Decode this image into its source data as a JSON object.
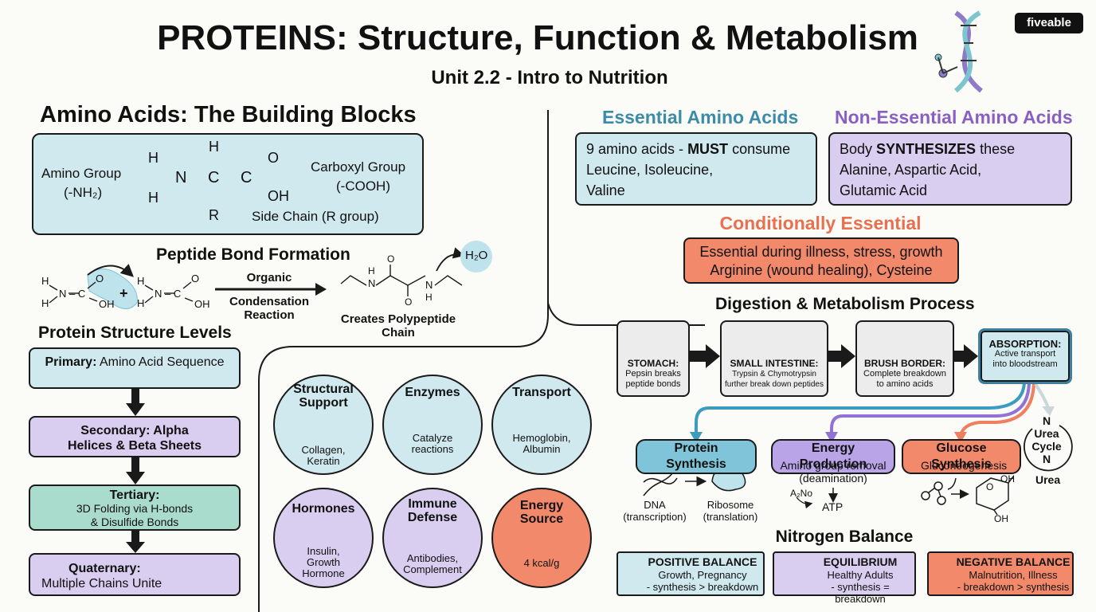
{
  "header": {
    "title": "PROTEINS: Structure, Function & Metabolism",
    "subtitle": "Unit 2.2 - Intro to Nutrition",
    "brand": "fiveable"
  },
  "amino": {
    "heading": "Amino Acids: The Building Blocks",
    "amino_group": "Amino Group",
    "amino_group_formula": "(-NH₂)",
    "carboxyl_group": "Carboxyl Group",
    "carboxyl_formula": "(-COOH)",
    "side_chain": "Side Chain (R group)",
    "atom_h": "H",
    "atom_n": "N",
    "atom_c": "C",
    "atom_o": "O",
    "atom_oh": "OH",
    "atom_r": "R"
  },
  "peptide": {
    "heading": "Peptide Bond Formation",
    "organic": "Organic",
    "condensation": "Condensation",
    "reaction": "Reaction",
    "creates": "Creates Polypeptide",
    "chain": "Chain",
    "water": "H₂O",
    "plus": "+"
  },
  "structure": {
    "heading": "Protein Structure Levels",
    "primary_label": "Primary:",
    "primary_text": "Amino Acid Sequence",
    "secondary_line1": "Secondary: Alpha",
    "secondary_line2": "Helices & Beta Sheets",
    "tertiary_label": "Tertiary:",
    "tertiary_line1": "3D Folding via H-bonds",
    "tertiary_line2": "& Disulfide Bonds",
    "quaternary_label": "Quaternary:",
    "quaternary_text": "Multiple Chains Unite"
  },
  "functions": [
    {
      "title": "Structural Support",
      "desc": "Collagen, Keratin",
      "icon": "blocks-icon"
    },
    {
      "title": "Enzymes",
      "desc": "Catalyze reactions",
      "icon": "crossing-arrows-icon"
    },
    {
      "title": "Transport",
      "desc": "Hemoglobin, Albumin",
      "icon": "channel-icon"
    },
    {
      "title": "Hormones",
      "desc": "Insulin, Growth Hormone",
      "icon": "hierarchy-icon"
    },
    {
      "title": "Immune Defense",
      "desc": "Antibodies, Complement",
      "icon": "shield-icon"
    },
    {
      "title": "Energy Source",
      "desc": "4 kcal/g",
      "icon": "bolt-flame-icon"
    }
  ],
  "essential": {
    "heading": "Essential Amino Acids",
    "line1_a": "9 amino acids - ",
    "line1_b": "MUST",
    "line1_c": " consume",
    "line2": "Leucine, Isoleucine,",
    "line3": "Valine"
  },
  "nonessential": {
    "heading": "Non-Essential Amino Acids",
    "line1_a": "Body ",
    "line1_b": "SYNTHESIZES",
    "line1_c": " these",
    "line2": "Alanine, Aspartic Acid,",
    "line3": "Glutamic Acid"
  },
  "conditional": {
    "heading": "Conditionally Essential",
    "line1": "Essential during illness, stress, growth",
    "line2": "Arginine (wound healing), Cysteine"
  },
  "digestion": {
    "heading": "Digestion & Metabolism Process",
    "steps": [
      {
        "title": "STOMACH:",
        "line1": "Pepsin breaks",
        "line2": "peptide bonds"
      },
      {
        "title": "SMALL INTESTINE:",
        "line1": "Trypsin & Chymotrypsin",
        "line2": "further break down peptides"
      },
      {
        "title": "BRUSH BORDER:",
        "line1": "Complete breakdown",
        "line2": "to amino acids"
      },
      {
        "title": "ABSORPTION:",
        "line1": "Active transport",
        "line2": "into bloodstream"
      }
    ]
  },
  "pathways": {
    "protein_synthesis": "Protein Synthesis",
    "dna": "DNA",
    "transcription": "(transcription)",
    "ribosome": "Ribosome",
    "translation": "(translation)",
    "energy_production": "Energy Production",
    "amino_removal": "Amino group removal",
    "deamination": "(deamination)",
    "a2no": "A₂No",
    "atp": "ATP",
    "glucose_synthesis": "Glucose Synthesis",
    "gluconeogenesis": "Gluconeogenesis",
    "oh": "OH",
    "o": "O",
    "urea_cycle_line1": "Urea",
    "urea_cycle_line2": "Cycle",
    "n": "N",
    "urea": "Urea"
  },
  "nitrogen": {
    "heading": "Nitrogen Balance",
    "positive_title": "POSITIVE BALANCE",
    "positive_line1": "Growth, Pregnancy",
    "positive_line2": "- synthesis > breakdown",
    "equilibrium_title": "EQUILIBRIUM",
    "equilibrium_line1": "Healthy Adults",
    "equilibrium_line2": "- synthesis = breakdown",
    "negative_title": "NEGATIVE BALANCE",
    "negative_line1": "Malnutrition, Illness",
    "negative_line2": "- breakdown > synthesis"
  },
  "colors": {
    "blue": "#cfe9ef",
    "purple": "#d9cdf0",
    "orange": "#f2896a",
    "teal": "#a9dccd",
    "essential_heading": "#3a8ca8",
    "nonessential_heading": "#8a5fc4",
    "conditional_heading": "#e8704f",
    "arrow_blue": "#3e9bc0",
    "arrow_purple": "#9272d4",
    "arrow_orange": "#ef7f5f"
  }
}
